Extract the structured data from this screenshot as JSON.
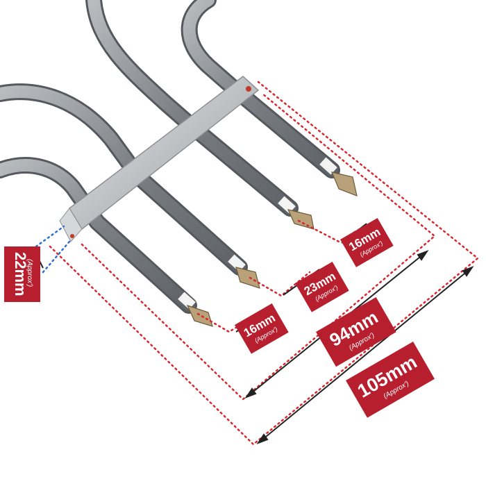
{
  "colors": {
    "label_bg": "#b81f2e",
    "label_text": "#ffffff",
    "dim_red": "#d9262f",
    "dim_blue": "#2a6fd1",
    "arrow": "#222222",
    "element_steel": "#8a8d90",
    "bracket": "#c9cbcd"
  },
  "labels": {
    "depth": {
      "value": "22mm",
      "note": "(Approx')"
    },
    "t1": {
      "value": "16mm",
      "note": "(Approx')"
    },
    "t2": {
      "value": "23mm",
      "note": "(Approx')"
    },
    "t3": {
      "value": "16mm",
      "note": "(Approx')"
    },
    "inner": {
      "value": "94mm",
      "note": "(Approx')"
    },
    "outer": {
      "value": "105mm",
      "note": "(Approx')"
    }
  }
}
